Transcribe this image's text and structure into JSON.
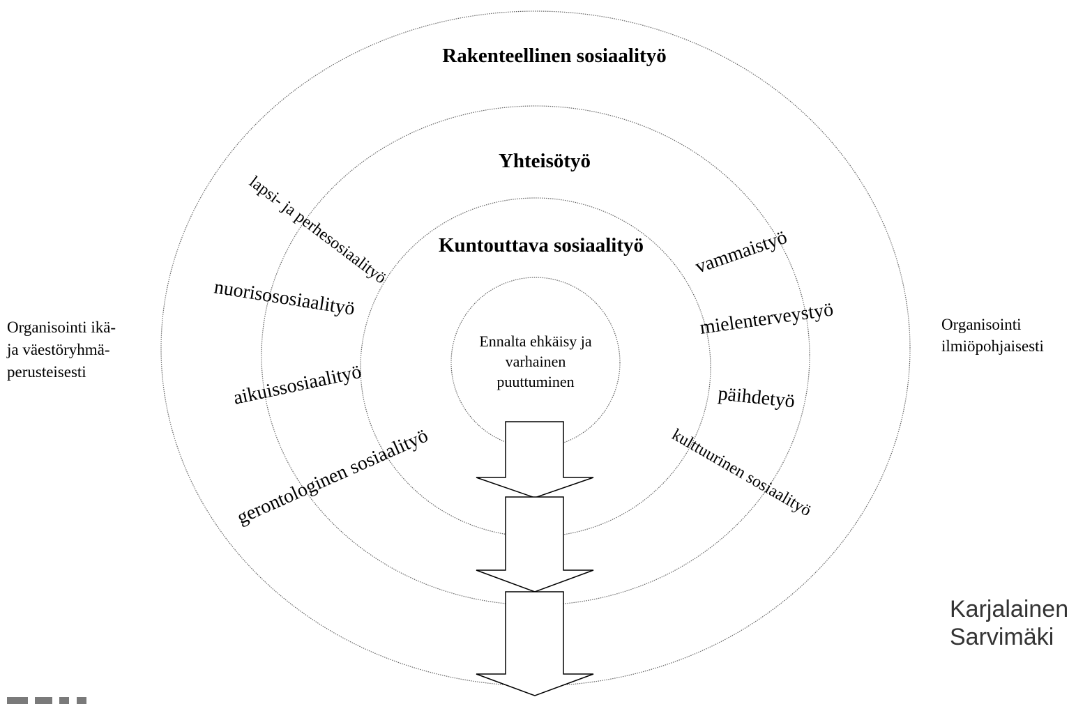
{
  "rings": {
    "outer_title": "Rakenteellinen sosiaalityö",
    "middle_title": "Yhteisötyö",
    "inner_title": "Kuntouttava sosiaalityö",
    "core_lines": [
      "Ennalta ehkäisy ja",
      "varhainen",
      "puuttuminen"
    ]
  },
  "left_items": [
    "lapsi- ja perhesosiaalityö",
    "nuorisososiaalityö",
    "aikuissosiaalityö",
    "gerontologinen sosiaalityö"
  ],
  "right_items": [
    "vammaistyö",
    "mielenterveystyö",
    "päihdetyö",
    "kulttuurinen sosiaalityö"
  ],
  "left_note": [
    "Organisointi ikä-",
    "ja väestöryhmä-",
    "perusteisesti"
  ],
  "right_note": [
    "Organisointi",
    "ilmiöpohjaisesti"
  ],
  "citation": [
    "Karjalainen",
    "Sarvimäki"
  ]
}
